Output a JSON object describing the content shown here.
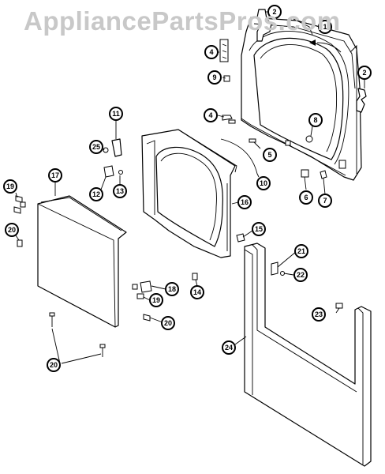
{
  "watermark": "AppliancePartsPros.com",
  "callouts": [
    {
      "id": "c2a",
      "label": "2"
    },
    {
      "id": "c1",
      "label": "1"
    },
    {
      "id": "c4a",
      "label": "4"
    },
    {
      "id": "c2b",
      "label": "2"
    },
    {
      "id": "c9",
      "label": "9"
    },
    {
      "id": "c4b",
      "label": "4"
    },
    {
      "id": "c8",
      "label": "8"
    },
    {
      "id": "c11",
      "label": "11"
    },
    {
      "id": "c25",
      "label": "25"
    },
    {
      "id": "c5",
      "label": "5"
    },
    {
      "id": "c17",
      "label": "17"
    },
    {
      "id": "c12",
      "label": "12"
    },
    {
      "id": "c13",
      "label": "13"
    },
    {
      "id": "c10",
      "label": "10"
    },
    {
      "id": "c6",
      "label": "6"
    },
    {
      "id": "c7",
      "label": "7"
    },
    {
      "id": "c19a",
      "label": "19"
    },
    {
      "id": "c16",
      "label": "16"
    },
    {
      "id": "c20a",
      "label": "20"
    },
    {
      "id": "c15",
      "label": "15"
    },
    {
      "id": "c21",
      "label": "21"
    },
    {
      "id": "c22",
      "label": "22"
    },
    {
      "id": "c18",
      "label": "18"
    },
    {
      "id": "c14",
      "label": "14"
    },
    {
      "id": "c19b",
      "label": "19"
    },
    {
      "id": "c23",
      "label": "23"
    },
    {
      "id": "c20b",
      "label": "20"
    },
    {
      "id": "c24",
      "label": "24"
    },
    {
      "id": "c20c",
      "label": "20"
    }
  ]
}
